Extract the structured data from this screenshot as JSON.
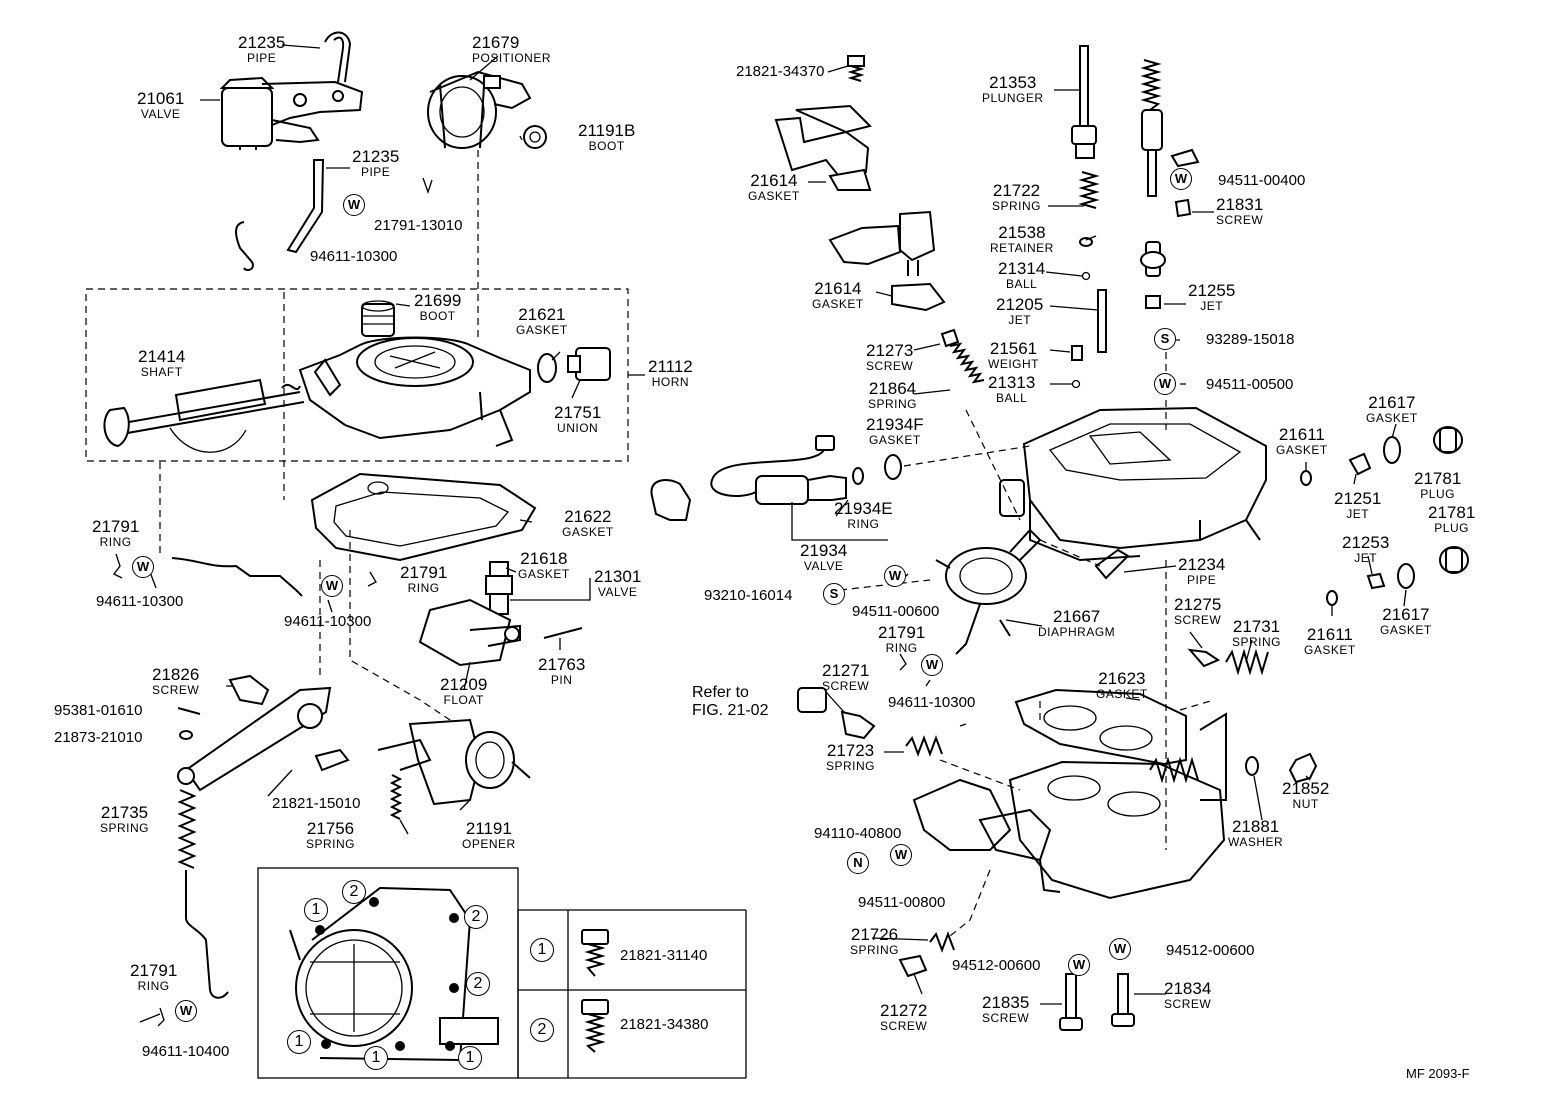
{
  "labels": [
    {
      "id": "21235a",
      "num": "21235",
      "name": "PIPE"
    },
    {
      "id": "21679",
      "num": "21679",
      "name": "POSITIONER"
    },
    {
      "id": "21061",
      "num": "21061",
      "name": "VALVE"
    },
    {
      "id": "21191b",
      "num": "21191B",
      "name": "BOOT"
    },
    {
      "id": "21235b",
      "num": "21235",
      "name": "PIPE"
    },
    {
      "id": "21699",
      "num": "21699",
      "name": "BOOT"
    },
    {
      "id": "21621",
      "num": "21621",
      "name": "GASKET"
    },
    {
      "id": "21414",
      "num": "21414",
      "name": "SHAFT"
    },
    {
      "id": "21112",
      "num": "21112",
      "name": "HORN"
    },
    {
      "id": "21751",
      "num": "21751",
      "name": "UNION"
    },
    {
      "id": "21622",
      "num": "21622",
      "name": "GASKET"
    },
    {
      "id": "21791a",
      "num": "21791",
      "name": "RING"
    },
    {
      "id": "21618",
      "num": "21618",
      "name": "GASKET"
    },
    {
      "id": "21301",
      "num": "21301",
      "name": "VALVE"
    },
    {
      "id": "21791b",
      "num": "21791",
      "name": "RING"
    },
    {
      "id": "21209",
      "num": "21209",
      "name": "FLOAT"
    },
    {
      "id": "21763",
      "num": "21763",
      "name": "PIN"
    },
    {
      "id": "21826",
      "num": "21826",
      "name": "SCREW"
    },
    {
      "id": "21735",
      "num": "21735",
      "name": "SPRING"
    },
    {
      "id": "21756",
      "num": "21756",
      "name": "SPRING"
    },
    {
      "id": "21191",
      "num": "21191",
      "name": "OPENER"
    },
    {
      "id": "21791c",
      "num": "21791",
      "name": "RING"
    },
    {
      "id": "21614a",
      "num": "21614",
      "name": "GASKET"
    },
    {
      "id": "21614b",
      "num": "21614",
      "name": "GASKET"
    },
    {
      "id": "21353",
      "num": "21353",
      "name": "PLUNGER"
    },
    {
      "id": "21722",
      "num": "21722",
      "name": "SPRING"
    },
    {
      "id": "21831",
      "num": "21831",
      "name": "SCREW"
    },
    {
      "id": "21538",
      "num": "21538",
      "name": "RETAINER"
    },
    {
      "id": "21314",
      "num": "21314",
      "name": "BALL"
    },
    {
      "id": "21255",
      "num": "21255",
      "name": "JET"
    },
    {
      "id": "21205",
      "num": "21205",
      "name": "JET"
    },
    {
      "id": "21273",
      "num": "21273",
      "name": "SCREW"
    },
    {
      "id": "21561",
      "num": "21561",
      "name": "WEIGHT"
    },
    {
      "id": "21864",
      "num": "21864",
      "name": "SPRING"
    },
    {
      "id": "21313",
      "num": "21313",
      "name": "BALL"
    },
    {
      "id": "21934f",
      "num": "21934F",
      "name": "GASKET"
    },
    {
      "id": "21617a",
      "num": "21617",
      "name": "GASKET"
    },
    {
      "id": "21611a",
      "num": "21611",
      "name": "GASKET"
    },
    {
      "id": "21781a",
      "num": "21781",
      "name": "PLUG"
    },
    {
      "id": "21251",
      "num": "21251",
      "name": "JET"
    },
    {
      "id": "21781b",
      "num": "21781",
      "name": "PLUG"
    },
    {
      "id": "21934e",
      "num": "21934E",
      "name": "RING"
    },
    {
      "id": "21934",
      "num": "21934",
      "name": "VALVE"
    },
    {
      "id": "21253",
      "num": "21253",
      "name": "JET"
    },
    {
      "id": "21234",
      "num": "21234",
      "name": "PIPE"
    },
    {
      "id": "21617b",
      "num": "21617",
      "name": "GASKET"
    },
    {
      "id": "21611b",
      "num": "21611",
      "name": "GASKET"
    },
    {
      "id": "21667",
      "num": "21667",
      "name": "DIAPHRAGM"
    },
    {
      "id": "21275",
      "num": "21275",
      "name": "SCREW"
    },
    {
      "id": "21731",
      "num": "21731",
      "name": "SPRING"
    },
    {
      "id": "21791d",
      "num": "21791",
      "name": "RING"
    },
    {
      "id": "21271",
      "num": "21271",
      "name": "SCREW"
    },
    {
      "id": "21623",
      "num": "21623",
      "name": "GASKET"
    },
    {
      "id": "21723",
      "num": "21723",
      "name": "SPRING"
    },
    {
      "id": "21852",
      "num": "21852",
      "name": "NUT"
    },
    {
      "id": "21881",
      "num": "21881",
      "name": "WASHER"
    },
    {
      "id": "21726",
      "num": "21726",
      "name": "SPRING"
    },
    {
      "id": "21272",
      "num": "21272",
      "name": "SCREW"
    },
    {
      "id": "21835",
      "num": "21835",
      "name": "SCREW"
    },
    {
      "id": "21834",
      "num": "21834",
      "name": "SCREW"
    }
  ],
  "part_numbers": {
    "pn1": "21791-13010",
    "pn2": "94611-10300",
    "pn3": "94611-10300",
    "pn4": "94611-10300",
    "pn5": "95381-01610",
    "pn6": "21873-21010",
    "pn7": "21821-15010",
    "pn8": "94611-10400",
    "pn9": "21821-34370",
    "pn10": "94511-00400",
    "pn11": "93289-15018",
    "pn12": "94511-00500",
    "pn13": "93210-16014",
    "pn14": "94511-00600",
    "pn15": "94611-10300",
    "pn16": "94110-40800",
    "pn17": "94511-00800",
    "pn18": "94512-00600",
    "pn19": "94512-00600"
  },
  "markers": {
    "w": "W",
    "s": "S",
    "n": "N"
  },
  "callouts": {
    "one": "1",
    "two": "2"
  },
  "legend_table": {
    "rows": [
      {
        "key": "1",
        "part": "21821-31140"
      },
      {
        "key": "2",
        "part": "21821-34380"
      }
    ]
  },
  "refer_note": {
    "line1": "Refer to",
    "line2": "FIG. 21-02"
  },
  "figure_code": "MF 2093-F"
}
